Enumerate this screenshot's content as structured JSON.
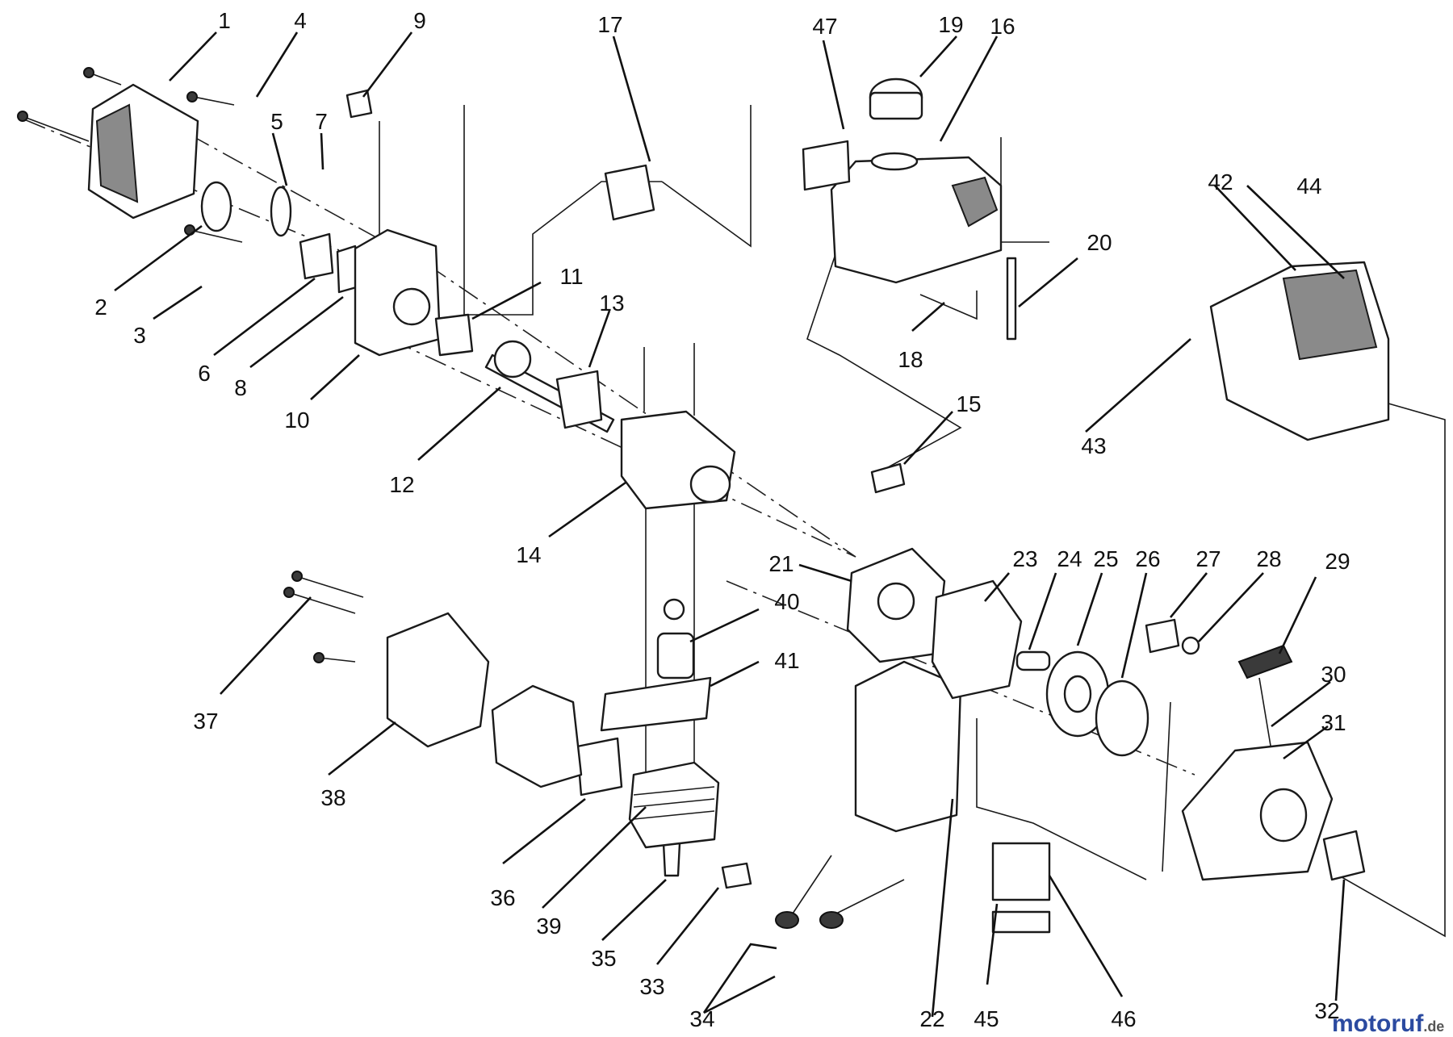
{
  "callouts": [
    "1",
    "2",
    "3",
    "4",
    "5",
    "6",
    "7",
    "8",
    "9",
    "10",
    "11",
    "12",
    "13",
    "14",
    "15",
    "16",
    "17",
    "18",
    "19",
    "20",
    "21",
    "22",
    "23",
    "24",
    "25",
    "26",
    "27",
    "28",
    "29",
    "30",
    "31",
    "32",
    "33",
    "34",
    "35",
    "36",
    "37",
    "38",
    "39",
    "40",
    "41",
    "42",
    "43",
    "44",
    "45",
    "46",
    "47"
  ],
  "watermark": {
    "brand": "motoruf",
    "suffix": ".de",
    "colors": {
      "m": "#c0392b",
      "o": "#2b4aa0",
      "tail": "#c0392b",
      "suffix": "#555555"
    }
  }
}
